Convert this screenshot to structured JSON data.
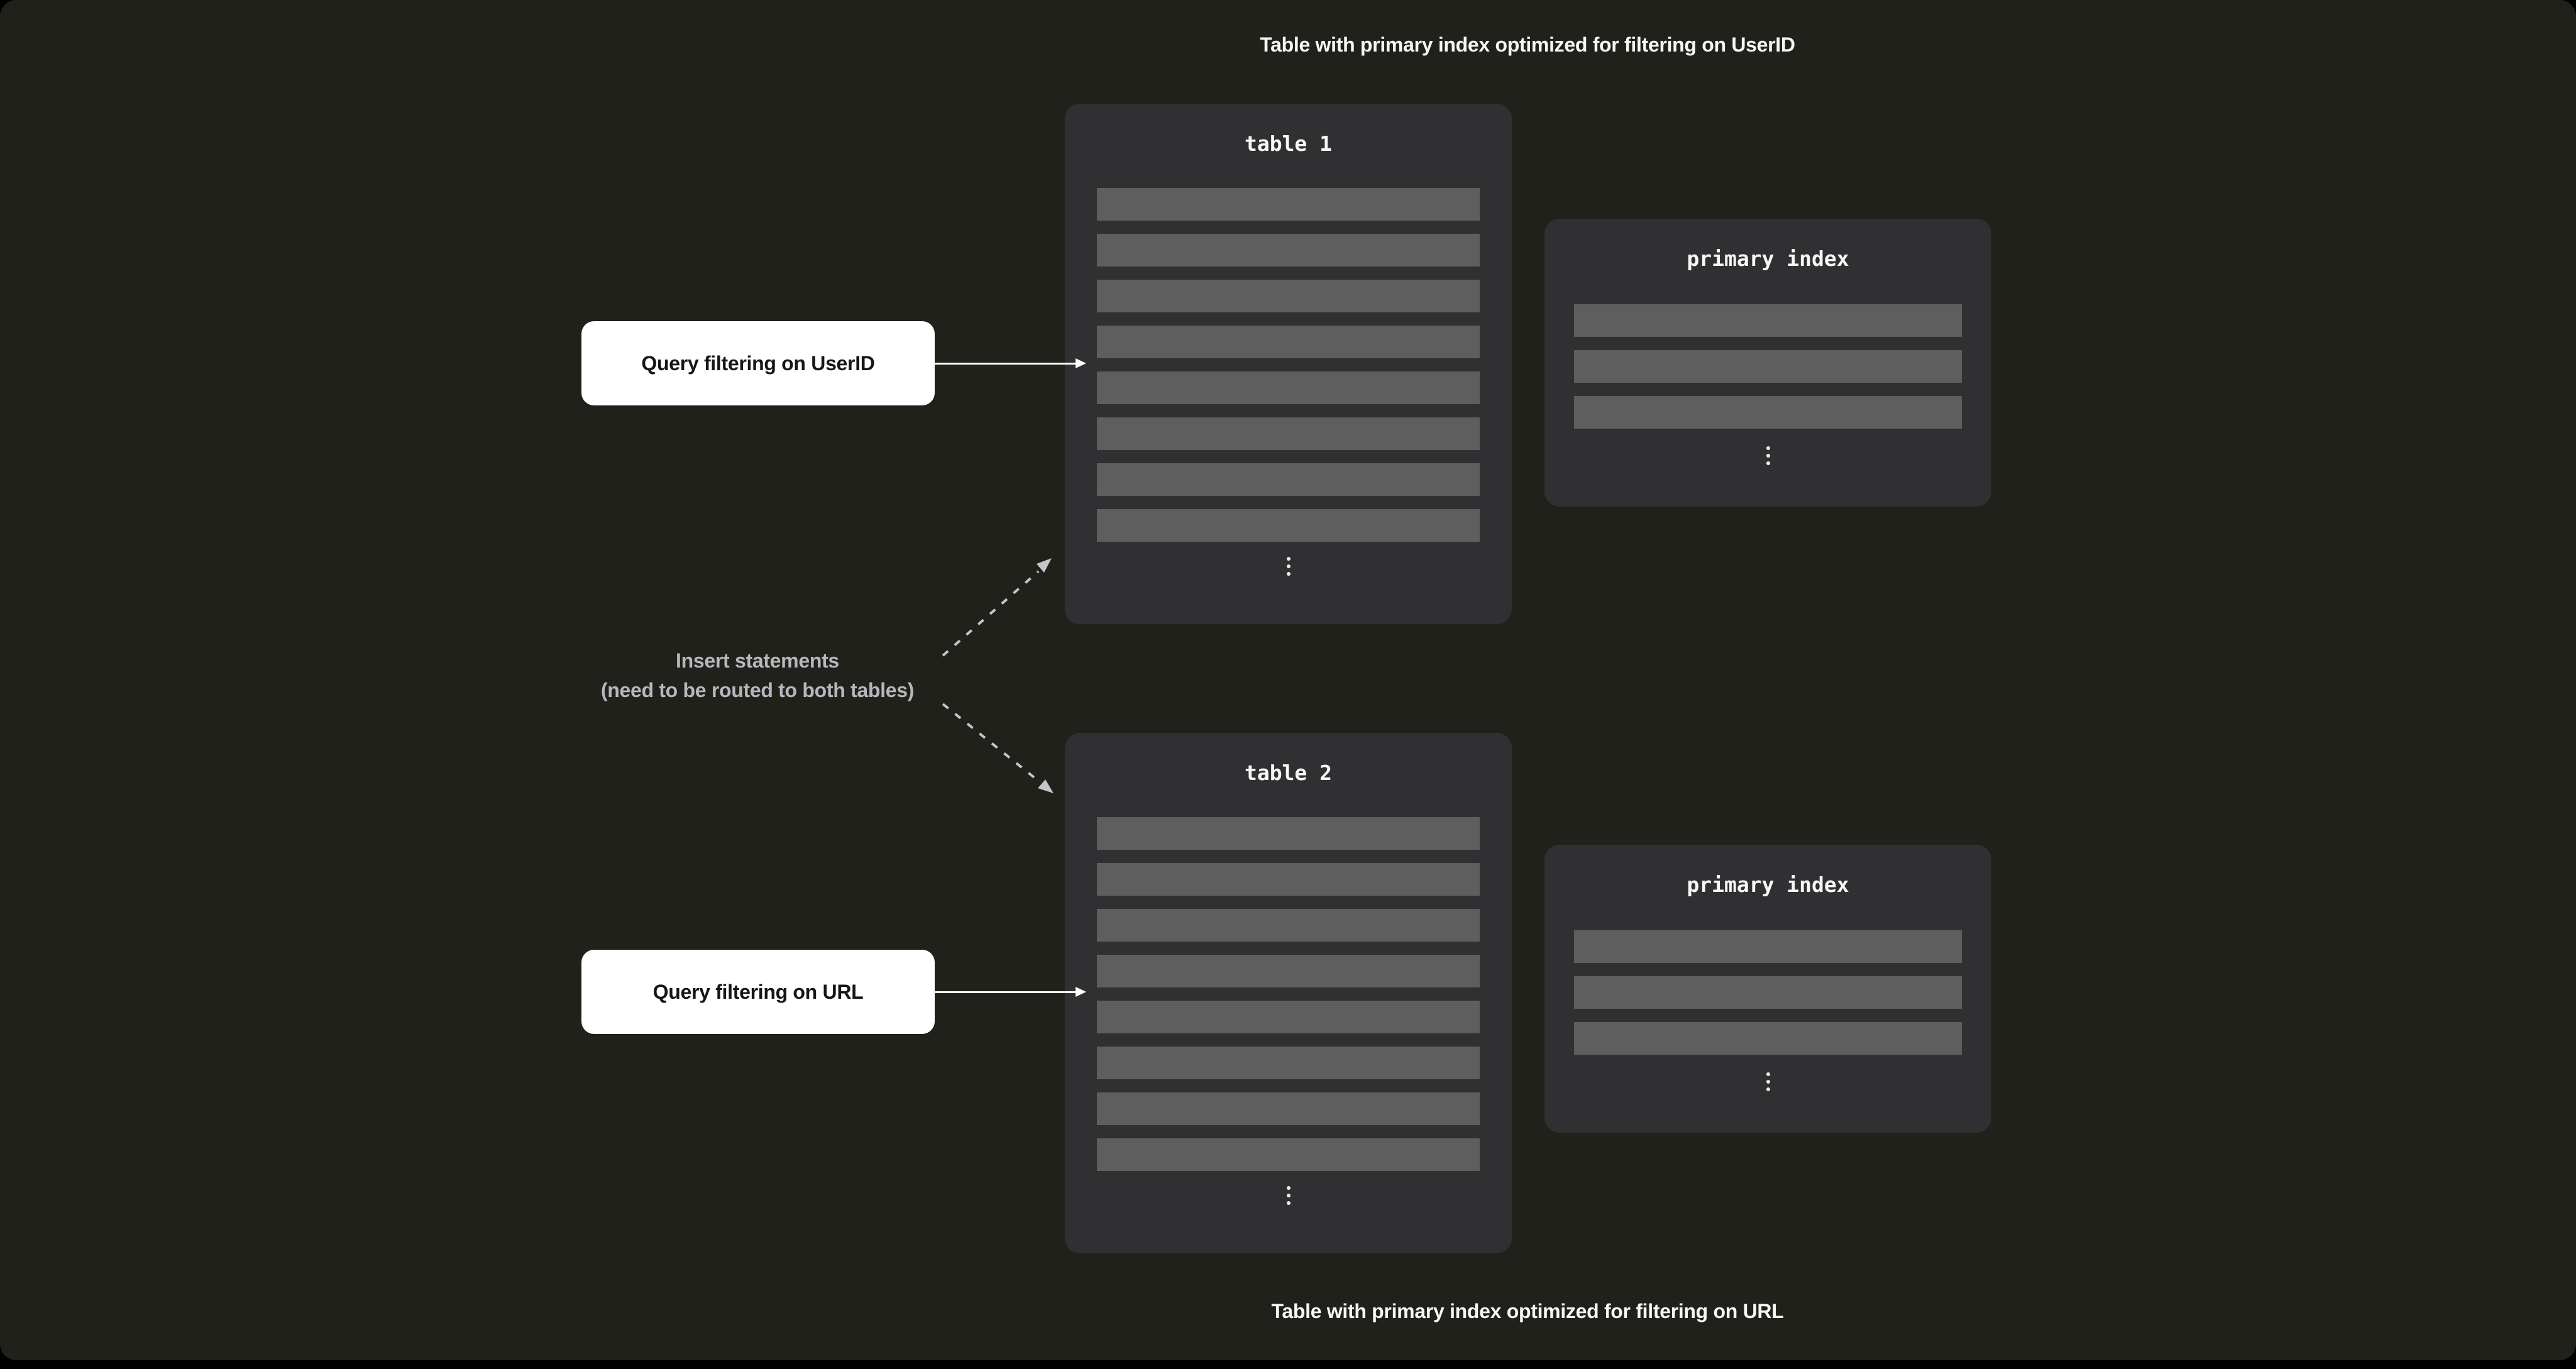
{
  "colors": {
    "page_bg": "#000000",
    "panel_bg": "#20211b",
    "card_bg": "#303032",
    "row_bar": "#5e5e5e",
    "text_primary": "#f7f7f8",
    "text_muted": "#b5b8bd",
    "dashed_arrow": "#c4c6ca",
    "solid_arrow": "#ffffff",
    "callout_bg": "#ffffff",
    "callout_text": "#161616"
  },
  "captions": {
    "top": "Table with primary index optimized for filtering on UserID",
    "bottom": "Table with primary index optimized for filtering on URL"
  },
  "tables": [
    {
      "title": "table 1",
      "row_count": 8
    },
    {
      "title": "table 2",
      "row_count": 8
    }
  ],
  "indexes": [
    {
      "title": "primary index",
      "row_count": 3
    },
    {
      "title": "primary index",
      "row_count": 3
    }
  ],
  "callouts": [
    {
      "label": "Query filtering on UserID"
    },
    {
      "label": "Query filtering on URL"
    }
  ],
  "insert_note": {
    "line1": "Insert statements",
    "line2": "(need to be routed to both tables)"
  }
}
